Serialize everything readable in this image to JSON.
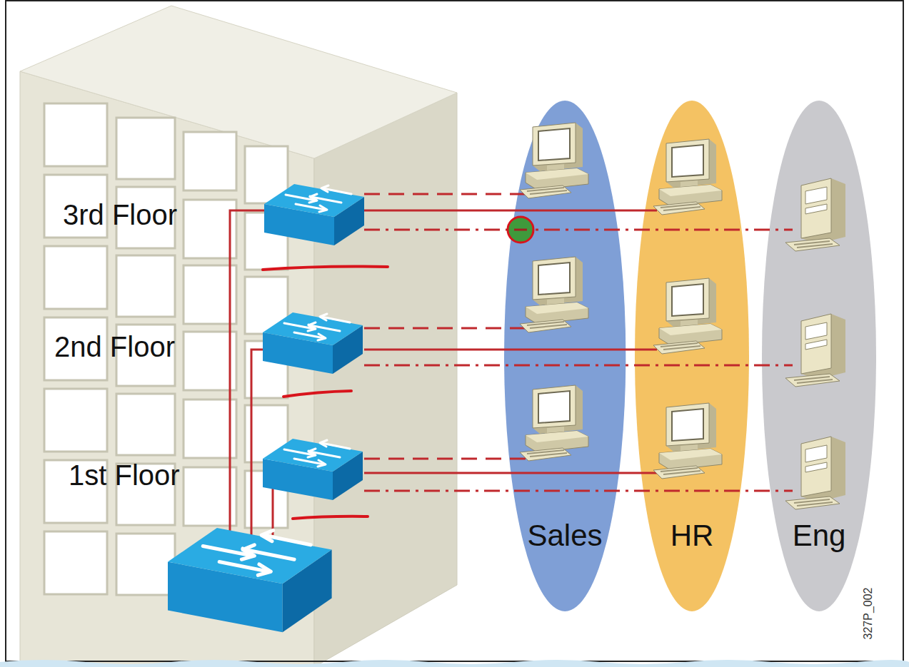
{
  "diagram": {
    "nodes": [
      {
        "text": [
          "Sales"
        ]
      },
      {
        "text": [
          "HR"
        ]
      },
      {
        "text": [
          "Eng"
        ]
      }
    ],
    "labels": [
      "3rd Floor",
      "2nd Floor",
      "1st Floor",
      "327P_002"
    ]
  }
}
